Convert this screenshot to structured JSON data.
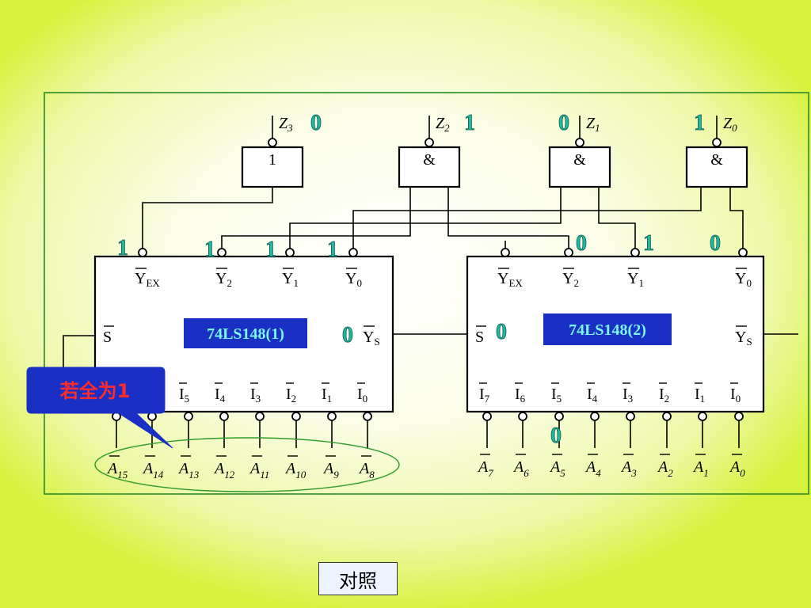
{
  "outputs": [
    {
      "label": "Z",
      "sub": "3",
      "value": "0",
      "gate": "1"
    },
    {
      "label": "Z",
      "sub": "2",
      "value": "1",
      "gate": "&"
    },
    {
      "label": "Z",
      "sub": "1",
      "value": "0",
      "gate": "&"
    },
    {
      "label": "Z",
      "sub": "0",
      "value": "1",
      "gate": "&"
    }
  ],
  "chip1": {
    "name": "74LS148(1)",
    "top_pins": [
      {
        "label": "Y",
        "sub": "EX",
        "value": "1"
      },
      {
        "label": "Y",
        "sub": "2",
        "value": "1"
      },
      {
        "label": "Y",
        "sub": "1",
        "value": "1"
      },
      {
        "label": "Y",
        "sub": "0",
        "value": "1"
      }
    ],
    "s_label": "S",
    "ys_label": "Y",
    "ys_sub": "S",
    "ys_value": "0",
    "inputs": [
      {
        "sub": "5"
      },
      {
        "sub": "4"
      },
      {
        "sub": "3"
      },
      {
        "sub": "2"
      },
      {
        "sub": "1"
      },
      {
        "sub": "0"
      }
    ],
    "ext": [
      {
        "sub": "15"
      },
      {
        "sub": "14"
      },
      {
        "sub": "13"
      },
      {
        "sub": "12"
      },
      {
        "sub": "11"
      },
      {
        "sub": "10"
      },
      {
        "sub": "9"
      },
      {
        "sub": "8"
      }
    ]
  },
  "chip2": {
    "name": "74LS148(2)",
    "top_pins": [
      {
        "label": "Y",
        "sub": "EX",
        "value": ""
      },
      {
        "label": "Y",
        "sub": "2",
        "value": "0"
      },
      {
        "label": "Y",
        "sub": "1",
        "value": "1"
      },
      {
        "label": "Y",
        "sub": "0",
        "value": "0"
      }
    ],
    "s_label": "S",
    "s_value": "0",
    "ys_label": "Y",
    "ys_sub": "S",
    "inputs": [
      {
        "sub": "7"
      },
      {
        "sub": "6"
      },
      {
        "sub": "5"
      },
      {
        "sub": "4"
      },
      {
        "sub": "3"
      },
      {
        "sub": "2"
      },
      {
        "sub": "1"
      },
      {
        "sub": "0"
      }
    ],
    "ext": [
      {
        "sub": "7"
      },
      {
        "sub": "6"
      },
      {
        "sub": "5"
      },
      {
        "sub": "4"
      },
      {
        "sub": "3"
      },
      {
        "sub": "2"
      },
      {
        "sub": "1"
      },
      {
        "sub": "0"
      }
    ],
    "a5_value": "0"
  },
  "input_letter": "I",
  "ext_letter": "A",
  "callout": "若全为1",
  "button": "对照",
  "colors": {
    "value": "#23b8a0",
    "chip_label_bg": "#1a2fc4",
    "chip_label_text": "#7cf6ea",
    "callout_text": "#ff2b2b",
    "frame": "#2a8a2a"
  }
}
